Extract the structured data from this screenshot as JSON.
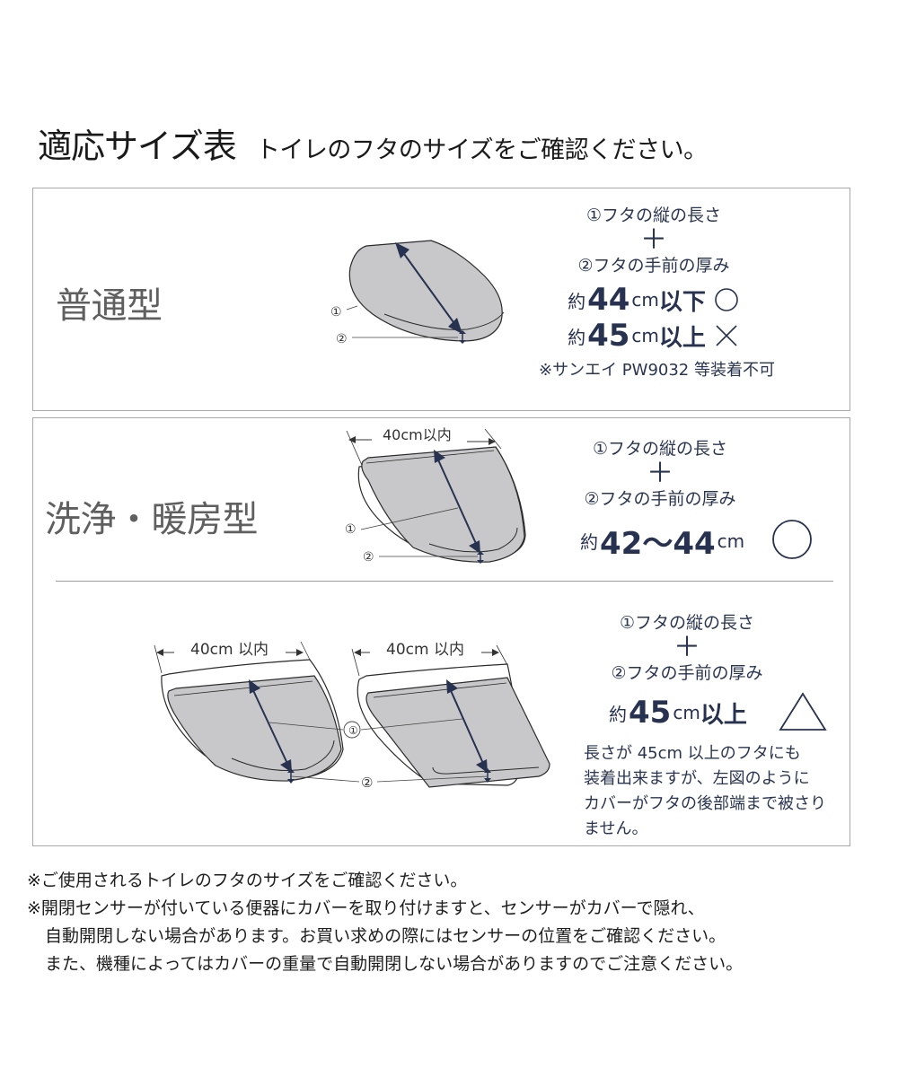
{
  "header": {
    "title": "適応サイズ表",
    "subtitle": "トイレのフタのサイズをご確認ください。"
  },
  "sections": [
    {
      "type_label": "普通型",
      "diagram": {
        "label_1": "①",
        "label_2": "②"
      },
      "spec": {
        "line_1": "①フタの縦の長さ",
        "plus": "＋",
        "line_2": "②フタの手前の厚み",
        "rows": [
          {
            "prefix": "約",
            "value": "44",
            "unit": "cm",
            "condition": "以下",
            "mark": "○",
            "mark_icon": "circle-ok-icon"
          },
          {
            "prefix": "約",
            "value": "45",
            "unit": "cm",
            "condition": "以上",
            "mark": "×",
            "mark_icon": "cross-ng-icon"
          }
        ],
        "note": "※サンエイ PW9032 等装着不可"
      }
    },
    {
      "type_label": "洗浄・暖房型",
      "subsections": [
        {
          "diagram": {
            "width_label": "40cm以内",
            "label_1": "①",
            "label_2": "②"
          },
          "spec": {
            "line_1": "①フタの縦の長さ",
            "plus": "＋",
            "line_2": "②フタの手前の厚み",
            "row": {
              "prefix": "約",
              "value": "42〜44",
              "unit": "cm",
              "condition": "",
              "mark": "○",
              "mark_icon": "circle-ok-icon"
            }
          }
        },
        {
          "diagrams": [
            {
              "width_label": "40cm 以内"
            },
            {
              "width_label": "40cm 以内"
            }
          ],
          "label_1": "①",
          "label_2": "②",
          "spec": {
            "line_1": "①フタの縦の長さ",
            "plus": "＋",
            "line_2": "②フタの手前の厚み",
            "row": {
              "prefix": "約",
              "value": "45",
              "unit": "cm",
              "condition": "以上",
              "mark": "△",
              "mark_icon": "triangle-caution-icon"
            },
            "description": [
              "長さが 45cm 以上のフタにも",
              "装着出来ますが、左図のように",
              "カバーがフタの後部端まで被さり",
              "ません。"
            ]
          }
        }
      ]
    }
  ],
  "footer_notes": [
    "※ご使用されるトイレのフタのサイズをご確認ください。",
    "※開閉センサーが付いている便器にカバーを取り付けますと、センサーがカバーで隠れ、",
    "自動開閉しない場合があります。お買い求めの際にはセンサーの位置をご確認ください。",
    "また、機種によってはカバーの重量で自動開閉しない場合がありますのでご注意ください。"
  ],
  "colors": {
    "navy": "#273150",
    "lid_fill": "#c8c8ca",
    "border": "#a9a9a9",
    "type_label": "#5f5f5f"
  }
}
